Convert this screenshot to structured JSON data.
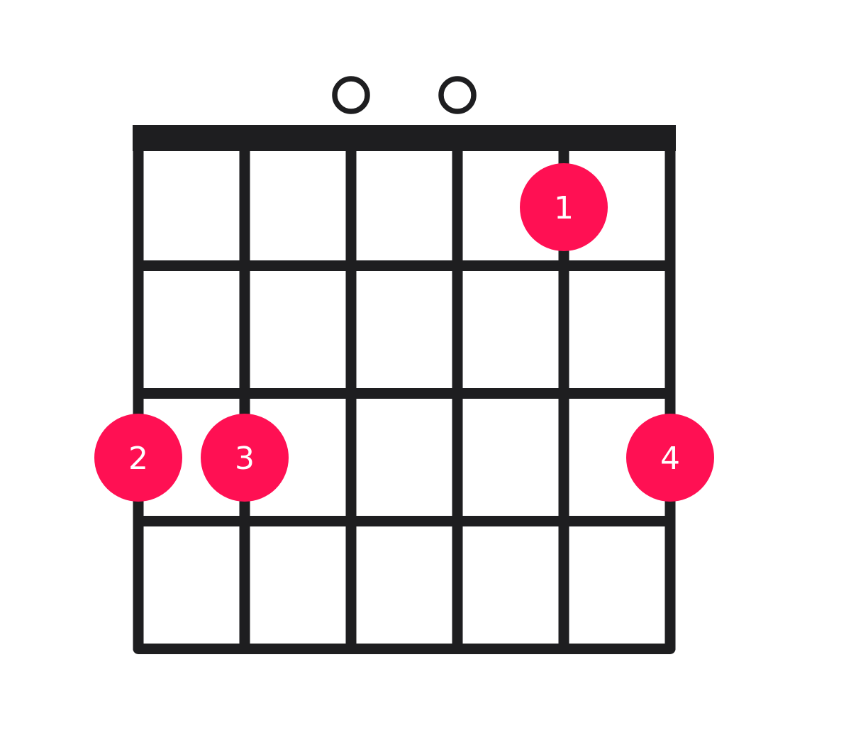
{
  "diagram": {
    "type": "guitar-chord-chart",
    "strings": 6,
    "frets_shown": 4,
    "colors": {
      "grid": "#1e1e20",
      "finger_dot": "#ff1053",
      "finger_text": "#ffffff",
      "background": "#ffffff"
    },
    "open_strings": [
      3,
      4
    ],
    "muted_strings": [],
    "fingers": [
      {
        "string": 5,
        "fret": 1,
        "finger": "1"
      },
      {
        "string": 1,
        "fret": 3,
        "finger": "2"
      },
      {
        "string": 2,
        "fret": 3,
        "finger": "3"
      },
      {
        "string": 6,
        "fret": 3,
        "finger": "4"
      }
    ]
  }
}
